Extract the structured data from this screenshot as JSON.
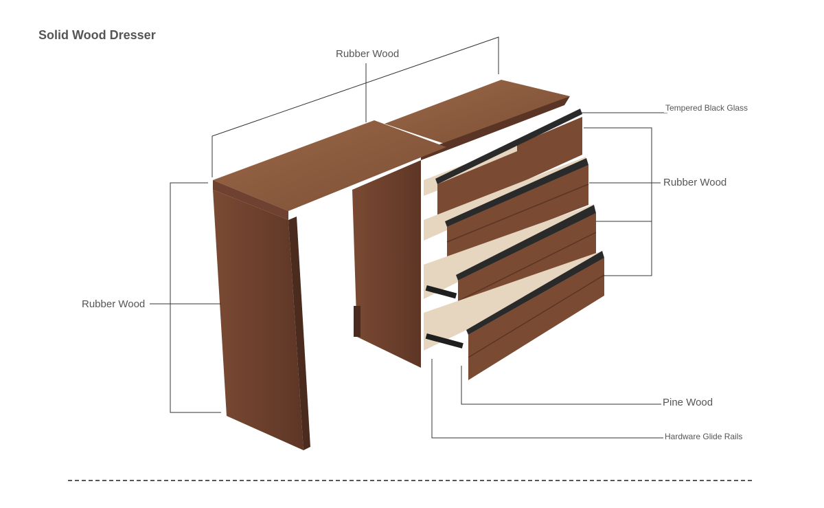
{
  "title": "Solid Wood Dresser",
  "labels": {
    "top": "Rubber Wood",
    "left": "Rubber Wood",
    "glass": "Tempered Black Glass",
    "right": "Rubber Wood",
    "pine": "Pine Wood",
    "rails": "Hardware Glide Rails"
  },
  "colors": {
    "wood_top": "#8a5a3f",
    "wood_front": "#6e4130",
    "wood_side": "#5a3424",
    "drawer_interior": "#e6d6bf",
    "glass": "#2a2a2a",
    "leader_line": "#333333",
    "text": "#555555"
  }
}
